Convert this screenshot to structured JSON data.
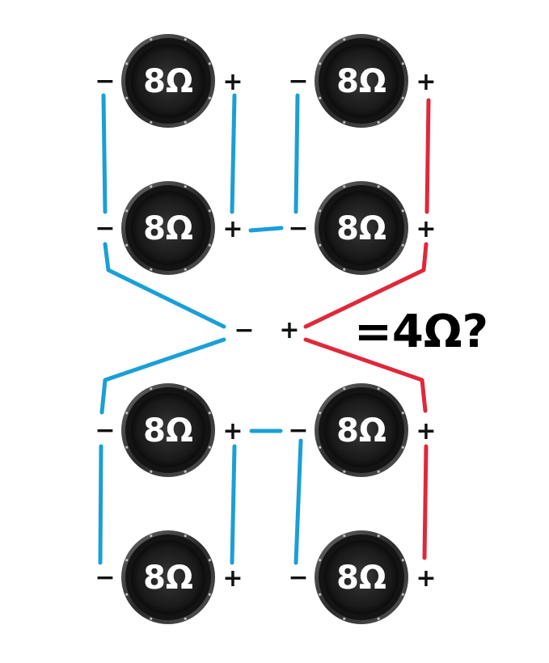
{
  "colors": {
    "negative_wire": "#1a9fd6",
    "positive_wire": "#e0283a",
    "speaker_body": "#1e1e1e"
  },
  "speaker_label": "8Ω",
  "minus_sign": "−",
  "plus_sign": "+",
  "amp_terminals": {
    "negative": "−",
    "positive": "+"
  },
  "result_label": "=4Ω?",
  "speakers": [
    {
      "id": "top-left-1",
      "label": "8Ω"
    },
    {
      "id": "top-right-1",
      "label": "8Ω"
    },
    {
      "id": "top-left-2",
      "label": "8Ω"
    },
    {
      "id": "top-right-2",
      "label": "8Ω"
    },
    {
      "id": "bottom-left-1",
      "label": "8Ω"
    },
    {
      "id": "bottom-right-1",
      "label": "8Ω"
    },
    {
      "id": "bottom-left-2",
      "label": "8Ω"
    },
    {
      "id": "bottom-right-2",
      "label": "8Ω"
    }
  ]
}
